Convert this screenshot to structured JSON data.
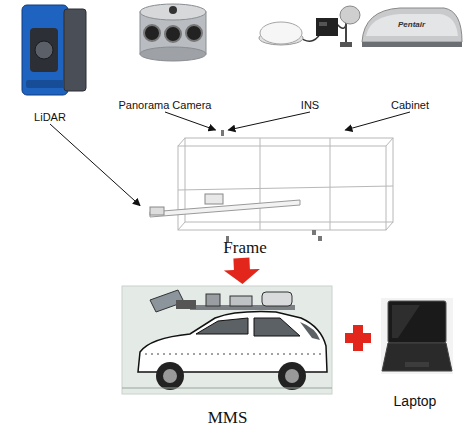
{
  "diagram": {
    "nodes": [
      {
        "text": [
          "LiDAR"
        ]
      },
      {
        "text": [
          "Panorama Camera"
        ]
      },
      {
        "text": [
          "INS"
        ]
      },
      {
        "text": [
          "Cabinet"
        ]
      },
      {
        "text": [
          "Frame"
        ]
      },
      {
        "text": [
          "MMS"
        ]
      },
      {
        "text": [
          "Laptop"
        ]
      }
    ],
    "edges": [
      {
        "from": 0,
        "to": 4,
        "arrow": "to"
      },
      {
        "from": 1,
        "to": 4,
        "arrow": "to"
      },
      {
        "from": 2,
        "to": 4,
        "arrow": "to"
      },
      {
        "from": 3,
        "to": 4,
        "arrow": "to"
      },
      {
        "from": 4,
        "to": 5,
        "arrow": "to"
      }
    ],
    "labels": [
      "Pentair"
    ]
  }
}
